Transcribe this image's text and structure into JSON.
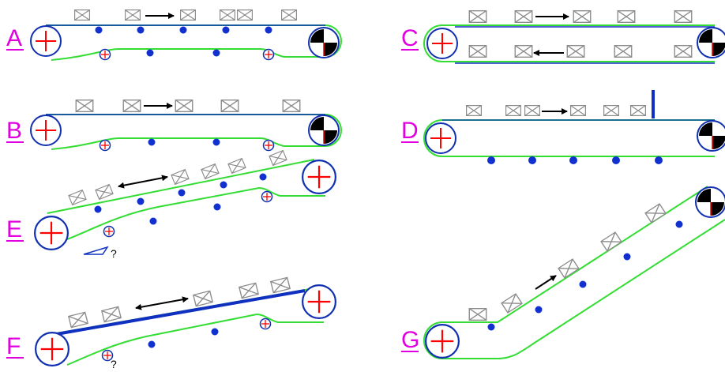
{
  "colors": {
    "belt": "#33dd33",
    "roller": "#1030b0",
    "roller_cross": "#ff0000",
    "box": "#8c8c8c",
    "arrow": "#000000",
    "label": "#e000e0",
    "blue_bar": "#1030c0",
    "drive": "#000000",
    "question": "#1030c0"
  },
  "panels": [
    {
      "id": "A",
      "label": "A"
    },
    {
      "id": "B",
      "label": "B"
    },
    {
      "id": "C",
      "label": "C"
    },
    {
      "id": "D",
      "label": "D"
    },
    {
      "id": "E",
      "label": "E",
      "question_mark": "?"
    },
    {
      "id": "F",
      "label": "F",
      "question_mark": "?"
    },
    {
      "id": "G",
      "label": "G"
    }
  ]
}
